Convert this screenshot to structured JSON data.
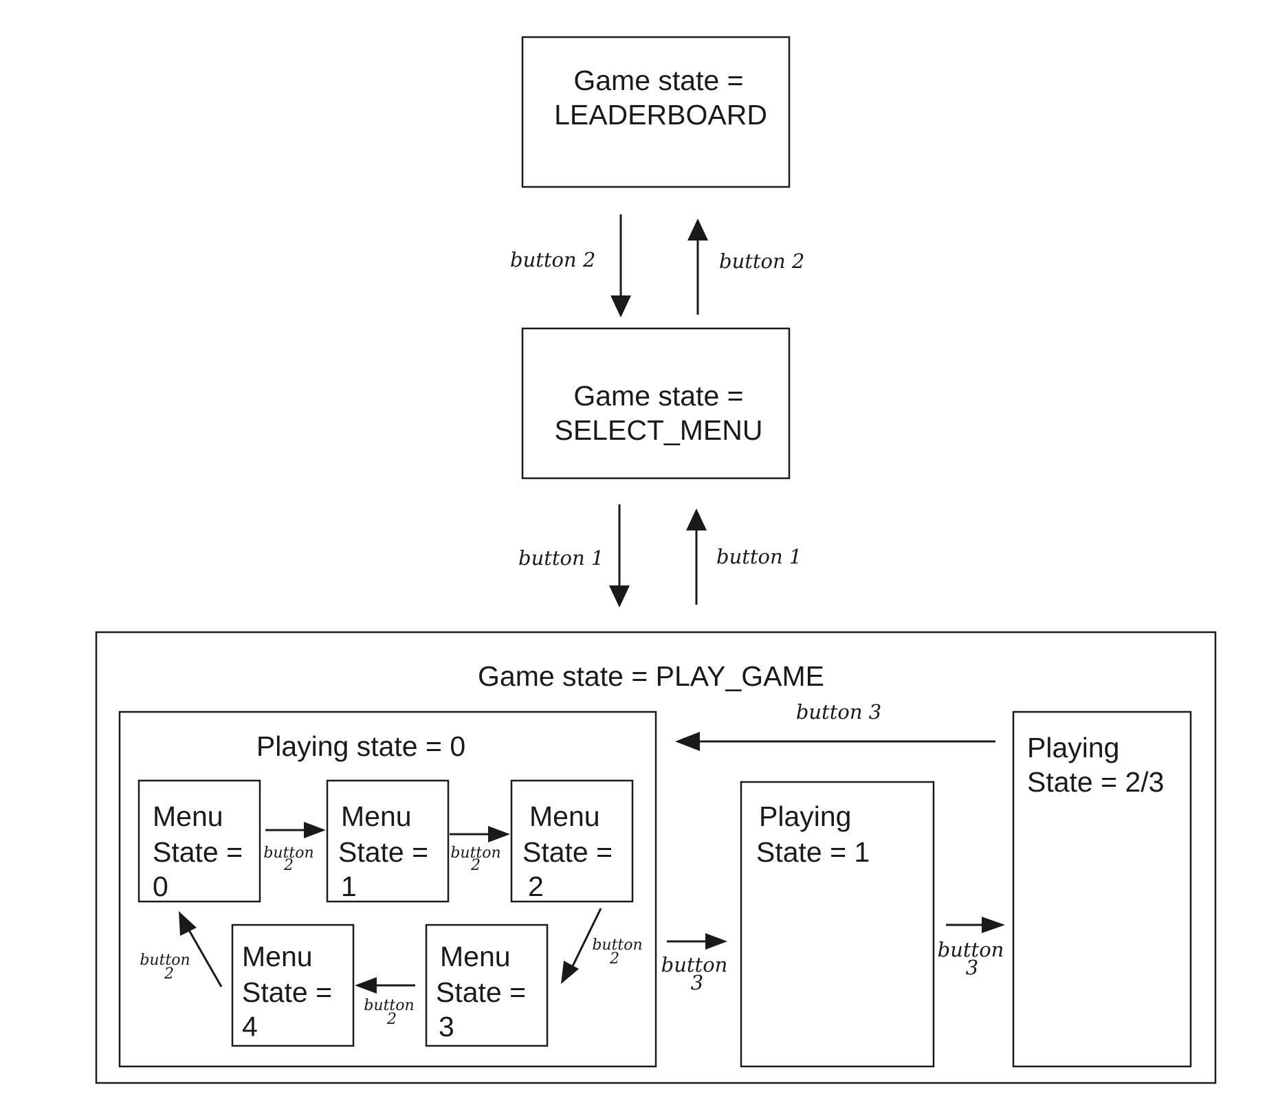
{
  "states": {
    "leaderboard": {
      "line1": "Game state =",
      "line2": "LEADERBOARD"
    },
    "select_menu": {
      "line1": "Game state =",
      "line2": "SELECT_MENU"
    },
    "play_game": {
      "title": "Game state = PLAY_GAME"
    },
    "playing_0": {
      "title": "Playing state = 0"
    },
    "menu_0": {
      "line1": "Menu",
      "line2": "State =",
      "line3": "0"
    },
    "menu_1": {
      "line1": "Menu",
      "line2": "State =",
      "line3": "1"
    },
    "menu_2": {
      "line1": "Menu",
      "line2": "State =",
      "line3": "2"
    },
    "menu_3": {
      "line1": "Menu",
      "line2": "State =",
      "line3": "3"
    },
    "menu_4": {
      "line1": "Menu",
      "line2": "State =",
      "line3": "4"
    },
    "playing_1": {
      "line1": "Playing",
      "line2": "State = 1"
    },
    "playing_23": {
      "line1": "Playing",
      "line2": "State = 2/3"
    }
  },
  "transitions": {
    "leaderboard_to_select": "button 2",
    "select_to_leaderboard": "button 2",
    "select_to_play": "button 1",
    "play_to_select": "button 1",
    "menu0_to_menu1": {
      "word": "button",
      "num": "2"
    },
    "menu1_to_menu2": {
      "word": "button",
      "num": "2"
    },
    "menu2_to_menu3": {
      "word": "button",
      "num": "2"
    },
    "menu3_to_menu4": {
      "word": "button",
      "num": "2"
    },
    "menu4_to_menu0": {
      "word": "button",
      "num": "2"
    },
    "playing0_to_playing1": {
      "word": "button",
      "num": "3"
    },
    "playing1_to_playing23": {
      "word": "button",
      "num": "3"
    },
    "playing23_to_playing0": "button 3"
  }
}
